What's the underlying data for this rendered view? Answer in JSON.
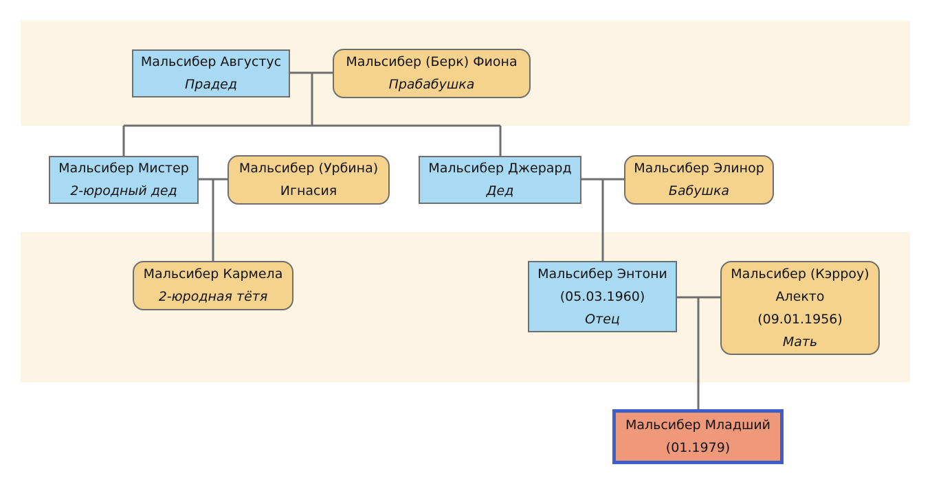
{
  "people": {
    "augustus": {
      "name": "Мальсибер Августус",
      "role": "Прадед"
    },
    "fiona": {
      "name": "Мальсибер (Берк) Фиона",
      "role": "Прабабушка"
    },
    "mister": {
      "name": "Мальсибер Мистер",
      "role": "2-юродный дед"
    },
    "ignasia": {
      "name": "Мальсибер (Урбина)",
      "line2": "Игнасия"
    },
    "gerard": {
      "name": "Мальсибер Джерард",
      "role": "Дед"
    },
    "elinor": {
      "name": "Мальсибер Элинор",
      "role": "Бабушка"
    },
    "karmela": {
      "name": "Мальсибер Кармела",
      "role": "2-юродная тётя"
    },
    "anthony": {
      "name": "Мальсибер Энтони",
      "date": "(05.03.1960)",
      "role": "Отец"
    },
    "alekto": {
      "name": "Мальсибер (Кэрроу)",
      "line2": "Алекто",
      "date": "(09.01.1956)",
      "role": "Мать"
    },
    "junior": {
      "name": "Мальсибер Младший",
      "date": "(01.1979)"
    }
  },
  "colors": {
    "male": "#a8daf3",
    "female": "#f5d38c",
    "self": "#f0997a",
    "self_border": "#3b5fc9",
    "band": "#fdf5e4",
    "line": "#6e6e6e"
  }
}
